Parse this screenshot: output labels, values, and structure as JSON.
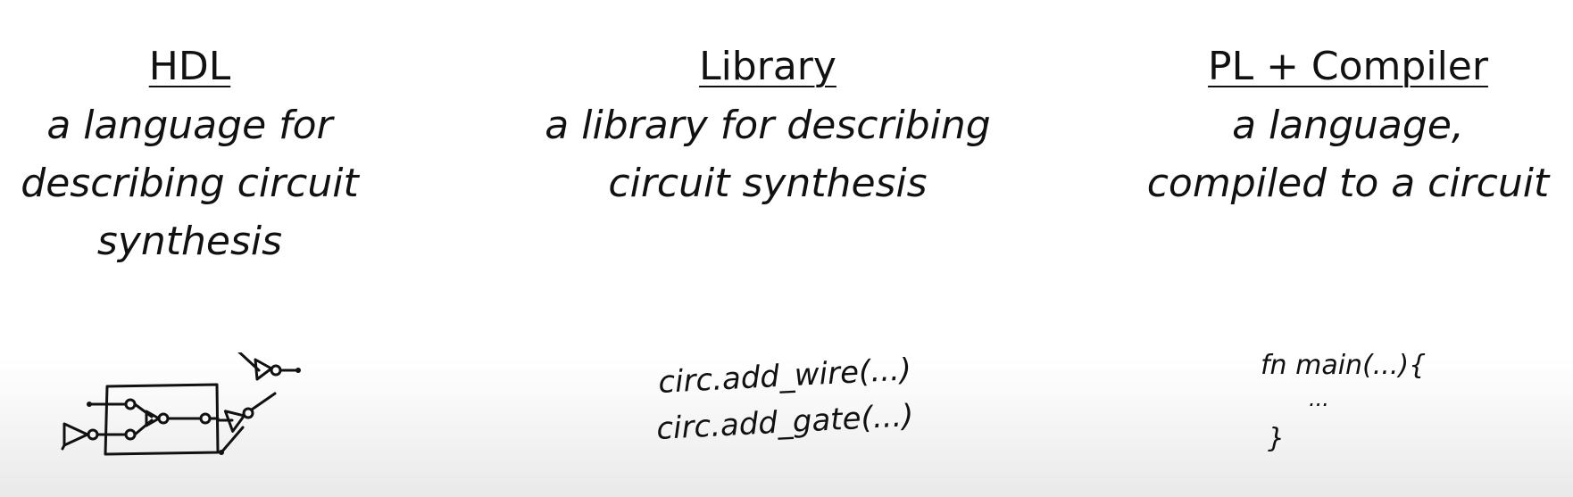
{
  "columns": [
    {
      "heading": "HDL",
      "lines": [
        "a language for",
        "describing circuit",
        "synthesis"
      ]
    },
    {
      "heading": "Library",
      "lines": [
        "a library for describing",
        "circuit synthesis"
      ],
      "code": [
        "circ.add_wire(...)",
        "circ.add_gate(...)"
      ]
    },
    {
      "heading": "PL + Compiler",
      "lines": [
        "a language,",
        "compiled to a circuit"
      ],
      "code": [
        "fn  main(...){",
        "...",
        "}"
      ]
    }
  ],
  "colors": {
    "ink": "#111111",
    "background": "#ffffff",
    "bottom_fade": "#e9e9e9"
  }
}
